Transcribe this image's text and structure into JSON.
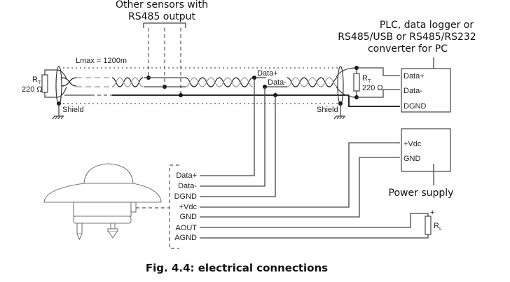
{
  "title_other_sensors": [
    "Other sensors with",
    "RS485 output"
  ],
  "cable_length": "Lmax = 1200m",
  "left_resistor": {
    "name": "R",
    "sub": "T",
    "value": "220 Ω"
  },
  "right_resistor": {
    "name": "R",
    "sub": "T",
    "value": "220 Ω"
  },
  "shield_left": "Shield",
  "shield_right": "Shield",
  "bus_labels": {
    "data_plus": "Data+",
    "data_minus": "Data-"
  },
  "plc_box": {
    "title": [
      "PLC, data logger or",
      "RS485/USB or RS485/RS232",
      "converter for PC"
    ],
    "terminals": [
      "Data+",
      "Data-",
      "DGND"
    ]
  },
  "power_supply": {
    "title": "Power supply",
    "terminals": [
      "+Vdc",
      "GND"
    ]
  },
  "sensor_terminals": [
    "Data+",
    "Data-",
    "DGND",
    "+Vdc",
    "GND",
    "AOUT",
    "AGND"
  ],
  "load_resistor": {
    "name": "R",
    "sub": "L",
    "polarity": "+"
  },
  "caption": "Fig. 4.4: electrical connections"
}
